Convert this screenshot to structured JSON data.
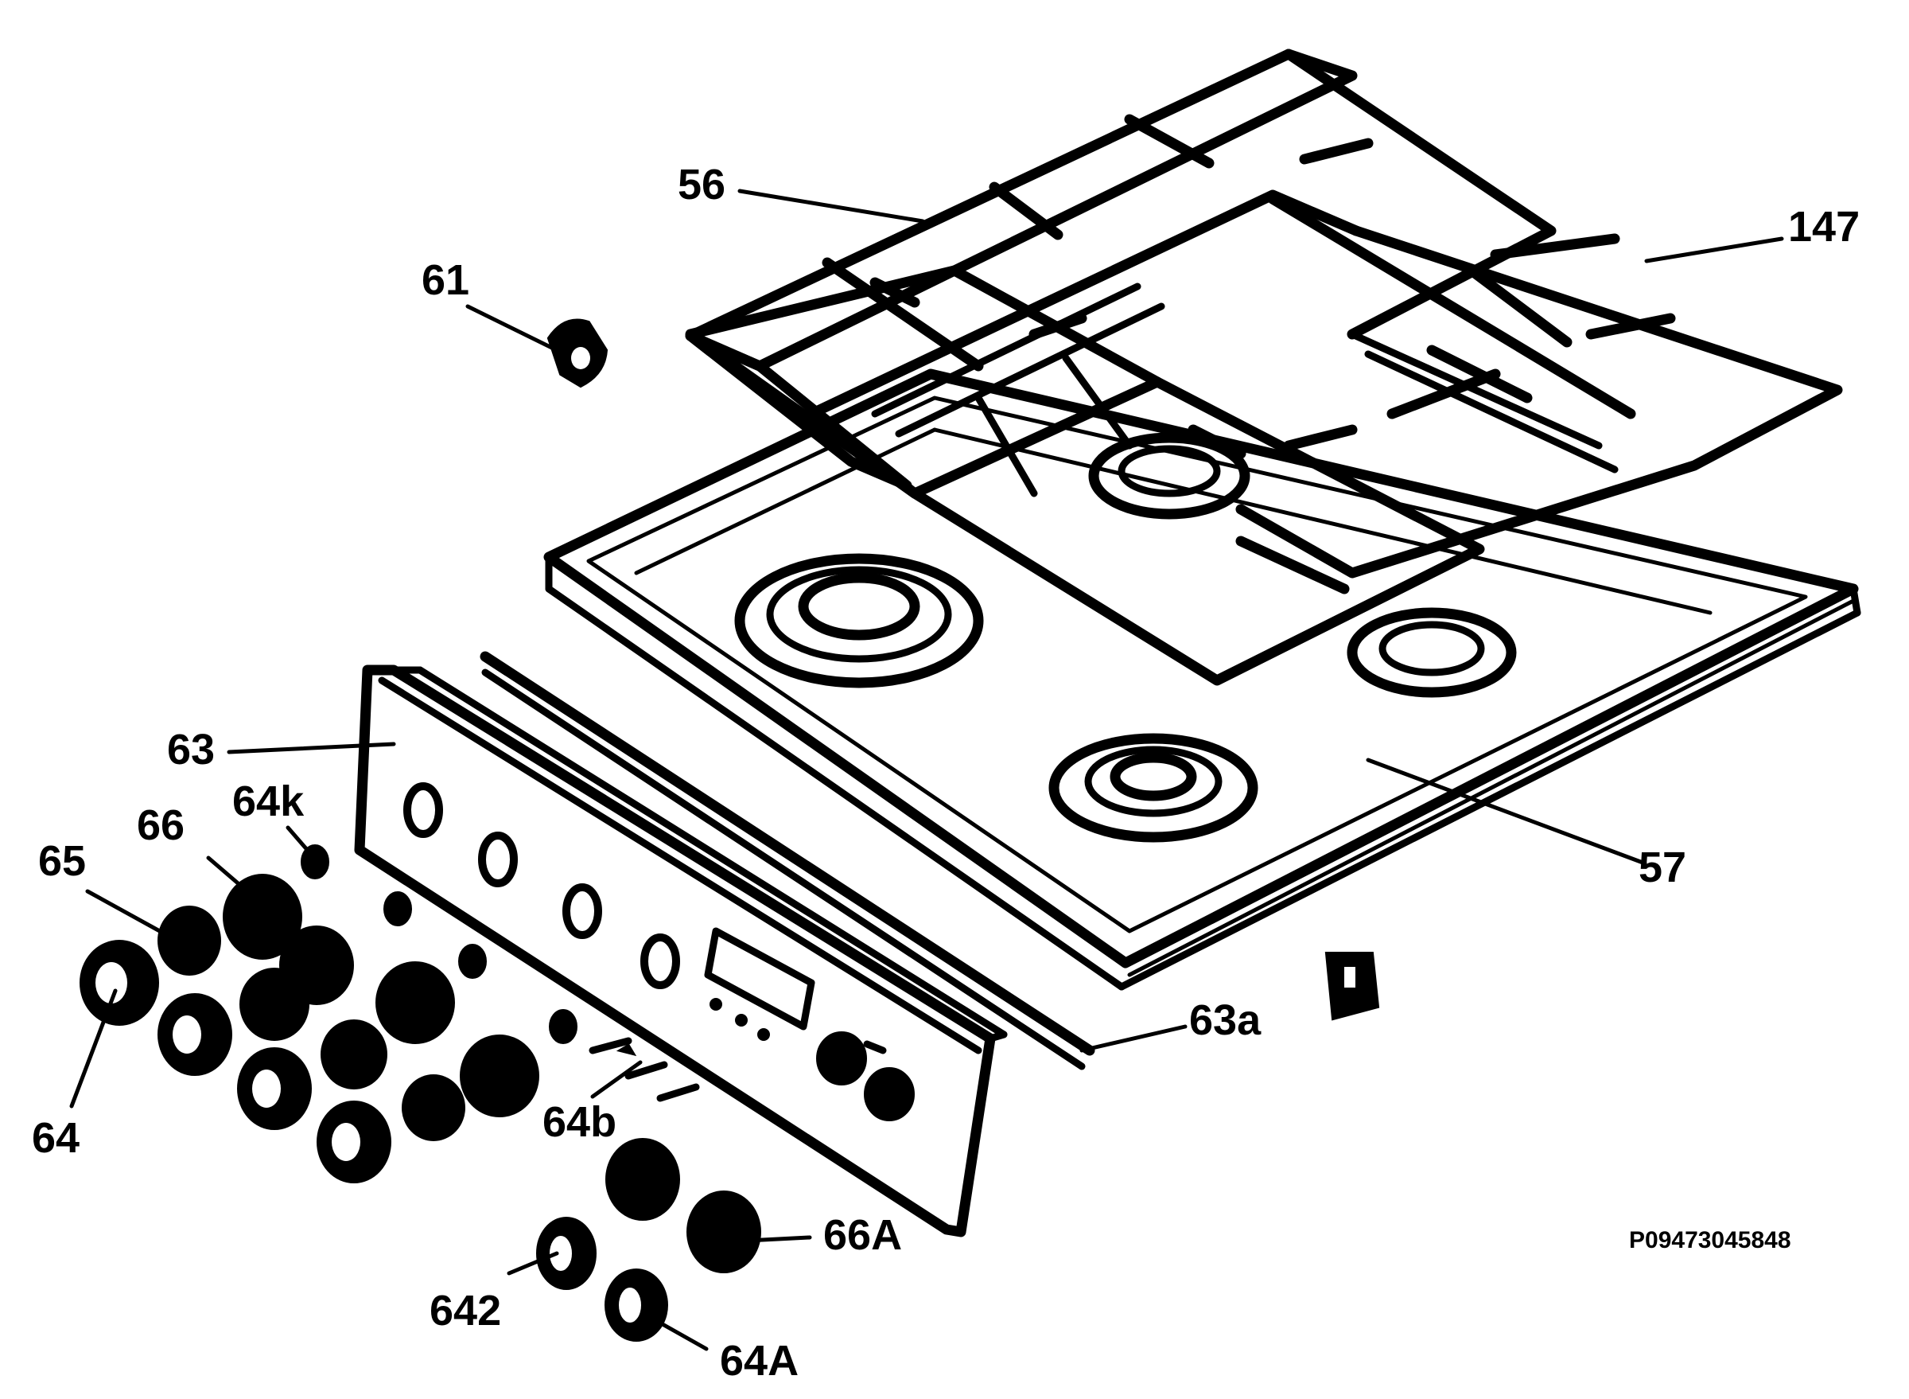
{
  "labels": {
    "l56": "56",
    "l147": "147",
    "l61": "61",
    "l63": "63",
    "l66": "66",
    "l64k": "64k",
    "l65": "65",
    "l57": "57",
    "l64": "64",
    "l63a": "63a",
    "l64b": "64b",
    "l66A": "66A",
    "l642": "642",
    "l64A": "64A"
  },
  "drawing_code": "P09473045848"
}
